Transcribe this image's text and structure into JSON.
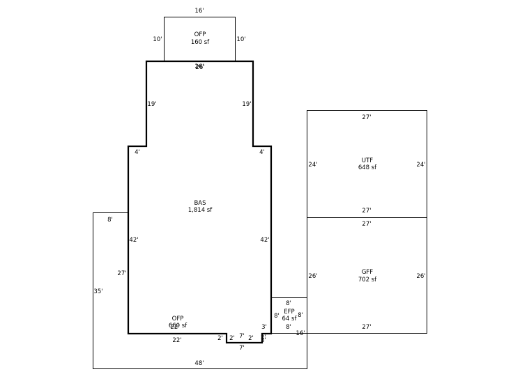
{
  "areas": {
    "ofp_top": {
      "code": "OFP",
      "size": "160 sf"
    },
    "bas": {
      "code": "BAS",
      "size": "1,814 sf"
    },
    "utf": {
      "code": "UTF",
      "size": "648 sf"
    },
    "gff": {
      "code": "GFF",
      "size": "702 sf"
    },
    "efp": {
      "code": "EFP",
      "size": "64 sf"
    },
    "ofp_bottom": {
      "code": "OFP",
      "size": "660 sf"
    }
  },
  "dimensions": {
    "ofp_top_width": "16'",
    "ofp_top_left": "10'",
    "ofp_top_right": "10'",
    "bas_top_a": "26'",
    "bas_top_b": "26'",
    "bas_upper_left": "19'",
    "bas_upper_right": "19'",
    "bas_step_left": "4'",
    "bas_step_right": "4'",
    "bas_left": "42'",
    "bas_right": "42'",
    "bas_bottom": "22'",
    "notch_a": "2'",
    "notch_b": "2'",
    "notch_c": "7'",
    "notch_d": "2'",
    "notch_e": "2'",
    "notch_f": "7'",
    "notch_g": "3'",
    "notch_h": "3'",
    "ofp_b_top": "8'",
    "ofp_b_inner_left": "27'",
    "ofp_b_left": "35'",
    "ofp_b_bottom": "48'",
    "ofp_b_inner": "22'",
    "efp_top": "8'",
    "efp_left": "8'",
    "efp_right": "8'",
    "efp_bottom": "8'",
    "efp_ext": "16'",
    "utf_top": "27'",
    "utf_left": "24'",
    "utf_right": "24'",
    "utf_bottom": "27'",
    "gff_top": "27'",
    "gff_left": "26'",
    "gff_right": "26'",
    "gff_bottom": "27'"
  }
}
